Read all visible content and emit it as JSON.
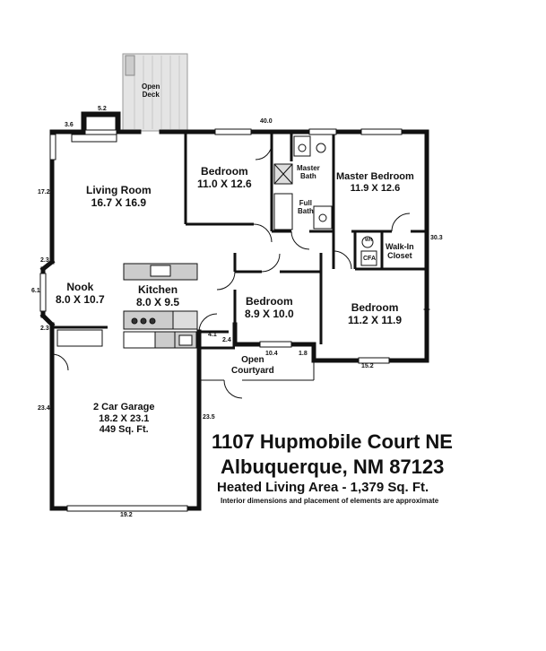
{
  "rooms": {
    "open_deck": "Open\nDeck",
    "living_room": "Living Room",
    "living_room_size": "16.7 X 16.9",
    "bedroom1": "Bedroom",
    "bedroom1_size": "11.0 X 12.6",
    "master_bath": "Master\nBath",
    "master_bedroom": "Master Bedroom",
    "master_bedroom_size": "11.9 X 12.6",
    "full_bath": "Full\nBath",
    "walk_in_closet": "Walk-In\nCloset",
    "nook": "Nook",
    "nook_size": "8.0 X 10.7",
    "kitchen": "Kitchen",
    "kitchen_size": "8.0 X 9.5",
    "bedroom2": "Bedroom",
    "bedroom2_size": "8.9 X 10.0",
    "bedroom3": "Bedroom",
    "bedroom3_size": "11.2 X 11.9",
    "open_courtyard": "Open\nCourtyard",
    "garage": "2 Car Garage",
    "garage_size": "18.2 X 23.1",
    "garage_area": "449 Sq. Ft.",
    "wh": "WH",
    "cfa": "CFA"
  },
  "dimensions": {
    "d_5_2": "5.2",
    "d_3_6": "3.6",
    "d_40_0": "40.0",
    "d_17_2": "17.2",
    "d_30_3": "30.3",
    "d_2_3_top": "2.3",
    "d_6_1": "6.1",
    "d_2_3_bottom": "2.3",
    "d_4_1": "4.1",
    "d_2_4": "2.4",
    "d_10_4": "10.4",
    "d_1_8": "1.8",
    "d_15_2": "15.2",
    "d_23_4": "23.4",
    "d_23_5": "23.5",
    "d_19_2": "19.2"
  },
  "info": {
    "address_line1": "1107 Hupmobile Court NE",
    "address_line2": "Albuquerque, NM 87123",
    "heated_area": "Heated Living Area - 1,379 Sq. Ft.",
    "disclaimer": "Interior dimensions and placement of elements are approximate"
  }
}
